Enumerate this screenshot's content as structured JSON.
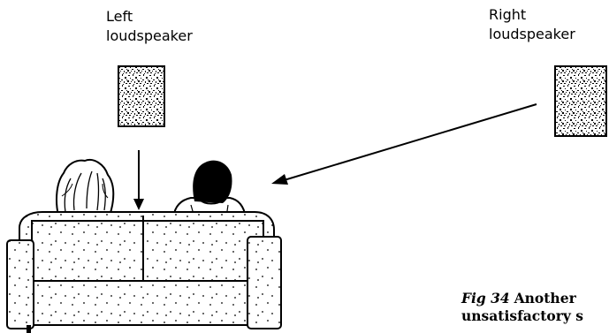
{
  "labels": {
    "left_speaker": [
      "Left",
      "loudspeaker"
    ],
    "right_speaker": [
      "Right",
      "loudspeaker"
    ]
  },
  "caption": {
    "fig": "Fig 34",
    "line1": "Another",
    "line2": "unsatisfactory s"
  },
  "colors": {
    "ink": "#000000",
    "speaker_fill": "#ffffff"
  }
}
